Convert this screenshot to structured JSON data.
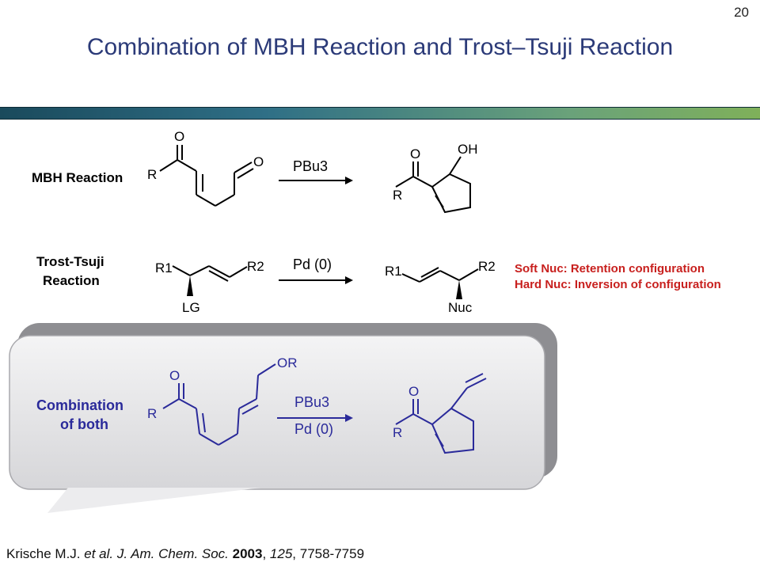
{
  "slide_number": "20",
  "title": "Combination of MBH Reaction and Trost–Tsuji Reaction",
  "colors": {
    "title": "#2b3a78",
    "red_note": "#c8201e",
    "blue_structure": "#2a2a9a",
    "callout_gray": "#c9c9cc"
  },
  "row1": {
    "label": "MBH Reaction",
    "reagent": "PBu3",
    "reactant_atoms": {
      "o_ketone": "O",
      "r": "R",
      "o_aldehyde": "O"
    },
    "product_atoms": {
      "o": "O",
      "r": "R",
      "oh": "OH"
    }
  },
  "row2": {
    "label_line1": "Trost-Tsuji",
    "label_line2": "Reaction",
    "reagent": "Pd (0)",
    "reactant_atoms": {
      "r1": "R1",
      "r2": "R2",
      "lg": "LG"
    },
    "product_atoms": {
      "r1": "R1",
      "r2": "R2",
      "nuc": "Nuc"
    },
    "notes": [
      "Soft Nuc: Retention configuration",
      "Hard Nuc: Inversion of configuration"
    ]
  },
  "row3": {
    "label_line1": "Combination",
    "label_line2": "of both",
    "reagent_top": "PBu3",
    "reagent_bottom": "Pd (0)",
    "reactant_atoms": {
      "o": "O",
      "r": "R",
      "or": "OR"
    },
    "product_atoms": {
      "o": "O",
      "r": "R"
    }
  },
  "citation": {
    "authors": "Krische M.J. ",
    "etal": "et al.",
    "journal": " J. Am. Chem. Soc.",
    "year": "2003",
    "volume": "125",
    "pages": ", 7758-7759"
  }
}
